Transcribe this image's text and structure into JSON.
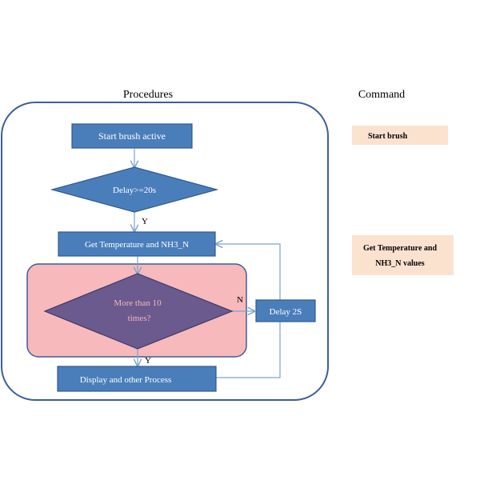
{
  "headings": {
    "procedures": "Procedures",
    "command": "Command"
  },
  "flow": {
    "start": "Start brush active",
    "delay_check": "Delay>=20s",
    "get_temp": "Get Temperature and NH3_N",
    "decision_line1": "More than 10",
    "decision_line2": "times?",
    "delay2s": "Delay 2S",
    "display": "Display and other Process",
    "label_y1": "Y",
    "label_n": "N",
    "label_y2": "Y"
  },
  "commands": {
    "start_brush": "Start brush",
    "get_temp_line1": "Get Temperature and",
    "get_temp_line2": "NH3_N values"
  },
  "colors": {
    "box_fill": "#4a7ebb",
    "box_stroke": "#2f5a8f",
    "diamond_fill": "#4a7ebb",
    "decision_fill": "#6b5a8e",
    "decision_text": "#f4b6b6",
    "highlight_fill": "#f7b9bb",
    "container_stroke": "#3a5f99",
    "command_fill": "#fbe2cf",
    "arrow": "#7aa3d1"
  }
}
